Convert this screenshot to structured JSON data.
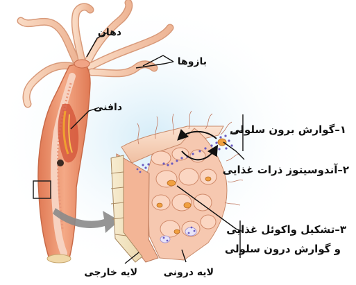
{
  "labels": {
    "mouth": "دهان",
    "arms": "بازوها",
    "daphni": "دافنی",
    "outer_layer": "لایه خارجی",
    "inner_layer": "لایه درونی"
  },
  "steps": [
    {
      "text": "۱–گوارش برون سلولی"
    },
    {
      "text": "۲–آندوسیتوز ذرات غذایی"
    },
    {
      "text": "۳–تشکیل واکوئل غذایی"
    },
    {
      "text": "و گوارش درون سلولی"
    }
  ],
  "colors": {
    "body_outer": "#e6815c",
    "body_inner": "#f3b8a0",
    "tentacle": "#f6c8aa",
    "food": "#f0a030",
    "particle": "#7b68c8",
    "arrow_gray": "#8a8a8a",
    "background_glow": "#d9eef8"
  }
}
